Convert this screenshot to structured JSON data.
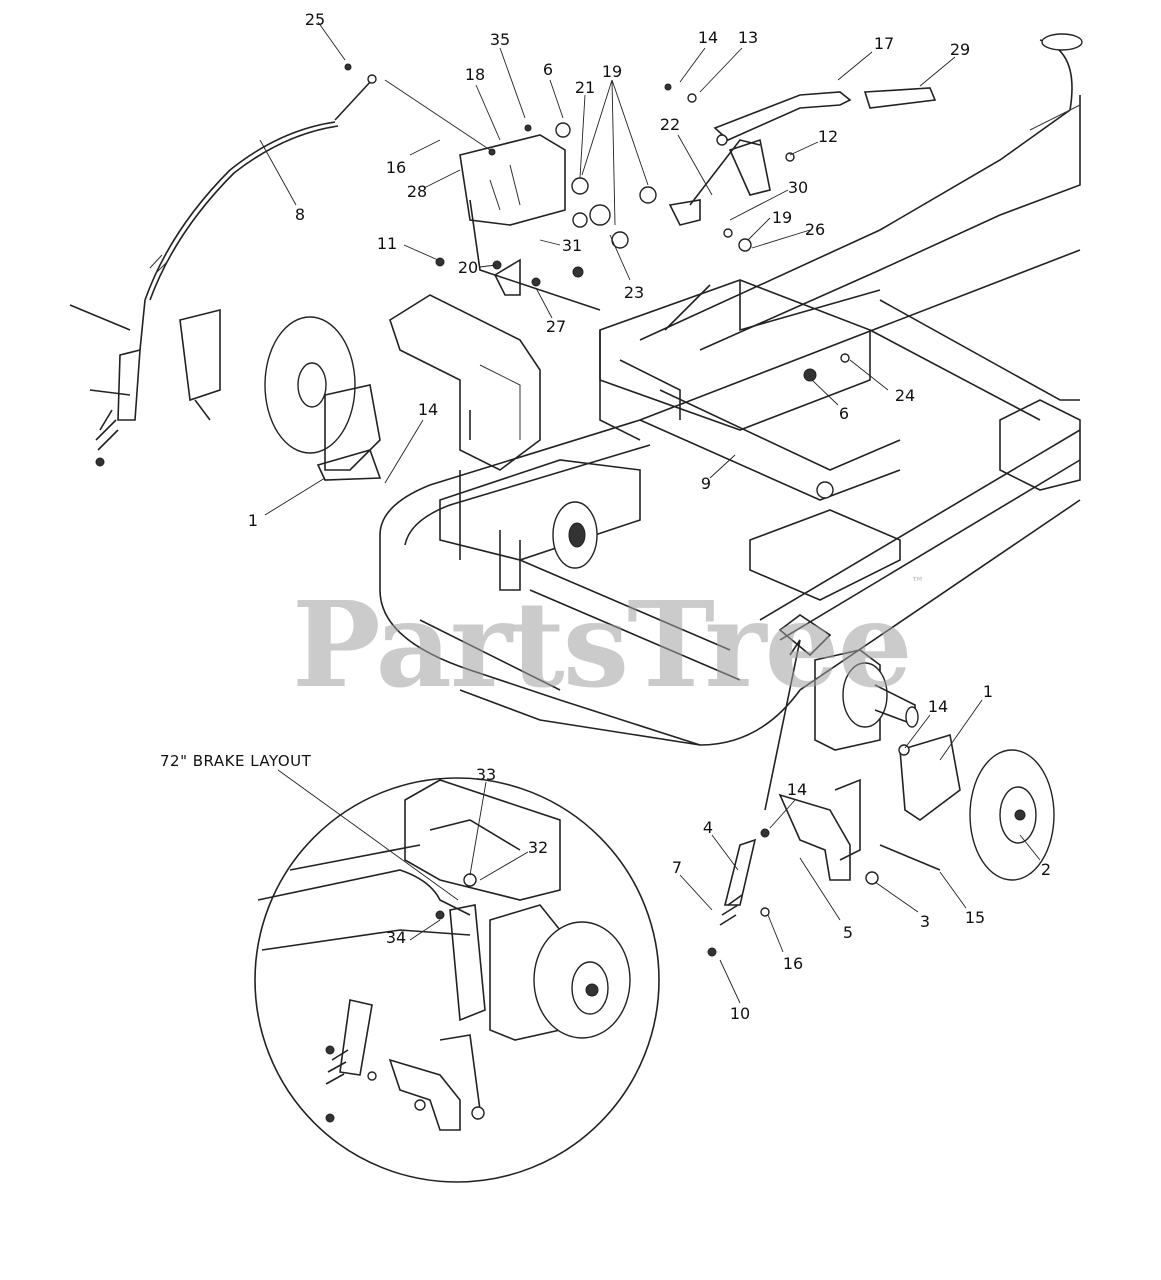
{
  "watermark": {
    "text": "PartsTree",
    "mark": "™"
  },
  "inset": {
    "title": "72\" BRAKE LAYOUT"
  },
  "callouts": [
    {
      "id": "c25",
      "text": "25"
    },
    {
      "id": "c35",
      "text": "35"
    },
    {
      "id": "c18",
      "text": "18"
    },
    {
      "id": "c6a",
      "text": "6"
    },
    {
      "id": "c19a",
      "text": "19"
    },
    {
      "id": "c21",
      "text": "21"
    },
    {
      "id": "c14a",
      "text": "14"
    },
    {
      "id": "c13",
      "text": "13"
    },
    {
      "id": "c17",
      "text": "17"
    },
    {
      "id": "c29",
      "text": "29"
    },
    {
      "id": "c22",
      "text": "22"
    },
    {
      "id": "c12",
      "text": "12"
    },
    {
      "id": "c16a",
      "text": "16"
    },
    {
      "id": "c28",
      "text": "28"
    },
    {
      "id": "c8",
      "text": "8"
    },
    {
      "id": "c30",
      "text": "30"
    },
    {
      "id": "c19b",
      "text": "19"
    },
    {
      "id": "c26",
      "text": "26"
    },
    {
      "id": "c11",
      "text": "11"
    },
    {
      "id": "c20",
      "text": "20"
    },
    {
      "id": "c31",
      "text": "31"
    },
    {
      "id": "c23",
      "text": "23"
    },
    {
      "id": "c27",
      "text": "27"
    },
    {
      "id": "c24",
      "text": "24"
    },
    {
      "id": "c6b",
      "text": "6"
    },
    {
      "id": "c14b",
      "text": "14"
    },
    {
      "id": "c1a",
      "text": "1"
    },
    {
      "id": "c9",
      "text": "9"
    },
    {
      "id": "c1b",
      "text": "1"
    },
    {
      "id": "c14c",
      "text": "14"
    },
    {
      "id": "c14d",
      "text": "14"
    },
    {
      "id": "c4",
      "text": "4"
    },
    {
      "id": "c2",
      "text": "2"
    },
    {
      "id": "c7",
      "text": "7"
    },
    {
      "id": "c5",
      "text": "5"
    },
    {
      "id": "c3",
      "text": "3"
    },
    {
      "id": "c15",
      "text": "15"
    },
    {
      "id": "c16b",
      "text": "16"
    },
    {
      "id": "c10",
      "text": "10"
    },
    {
      "id": "c33",
      "text": "33"
    },
    {
      "id": "c32",
      "text": "32"
    },
    {
      "id": "c34",
      "text": "34"
    }
  ]
}
